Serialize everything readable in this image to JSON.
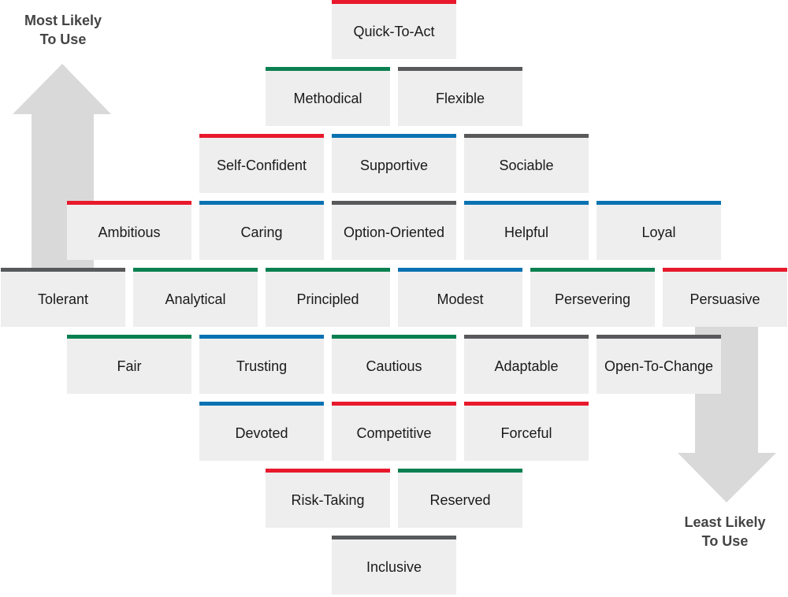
{
  "labels": {
    "most_likely": [
      "Most Likely",
      "To Use"
    ],
    "least_likely": [
      "Least Likely",
      "To Use"
    ]
  },
  "colors": {
    "red": "#e8192c",
    "green": "#0a8050",
    "blue": "#0a72b2",
    "gray": "#58595b",
    "box_bg": "#eeeeee",
    "arrow": "#d9d9d9"
  },
  "rows": [
    [
      {
        "text": "Quick-To-Act",
        "color": "red"
      }
    ],
    [
      {
        "text": "Methodical",
        "color": "green"
      },
      {
        "text": "Flexible",
        "color": "gray"
      }
    ],
    [
      {
        "text": "Self-Confident",
        "color": "red"
      },
      {
        "text": "Supportive",
        "color": "blue"
      },
      {
        "text": "Sociable",
        "color": "gray"
      }
    ],
    [
      {
        "text": "Ambitious",
        "color": "red"
      },
      {
        "text": "Caring",
        "color": "blue"
      },
      {
        "text": "Option-Oriented",
        "color": "gray"
      },
      {
        "text": "Helpful",
        "color": "blue"
      },
      {
        "text": "Loyal",
        "color": "blue"
      }
    ],
    [
      {
        "text": "Tolerant",
        "color": "gray"
      },
      {
        "text": "Analytical",
        "color": "green"
      },
      {
        "text": "Principled",
        "color": "green"
      },
      {
        "text": "Modest",
        "color": "blue"
      },
      {
        "text": "Persevering",
        "color": "green"
      },
      {
        "text": "Persuasive",
        "color": "red"
      }
    ],
    [
      {
        "text": "Fair",
        "color": "green"
      },
      {
        "text": "Trusting",
        "color": "blue"
      },
      {
        "text": "Cautious",
        "color": "green"
      },
      {
        "text": "Adaptable",
        "color": "gray"
      },
      {
        "text": "Open-To-Change",
        "color": "gray"
      }
    ],
    [
      {
        "text": "Devoted",
        "color": "blue"
      },
      {
        "text": "Competitive",
        "color": "red"
      },
      {
        "text": "Forceful",
        "color": "red"
      }
    ],
    [
      {
        "text": "Risk-Taking",
        "color": "red"
      },
      {
        "text": "Reserved",
        "color": "green"
      }
    ],
    [
      {
        "text": "Inclusive",
        "color": "gray"
      }
    ]
  ]
}
